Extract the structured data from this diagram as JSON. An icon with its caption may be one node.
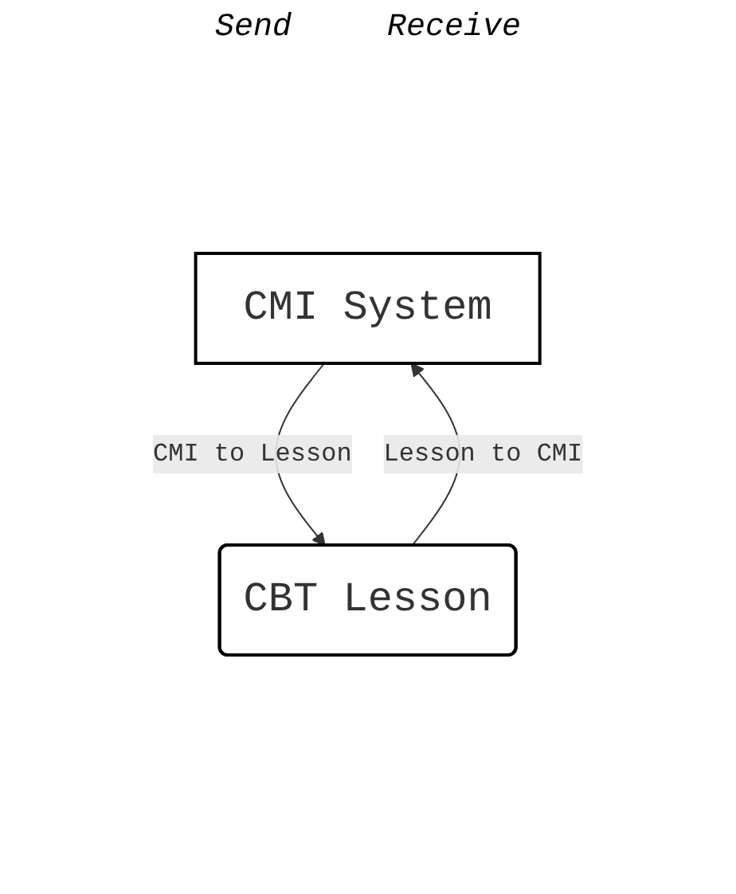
{
  "diagram": {
    "nodes": [
      {
        "text": [
          "CMI System"
        ]
      },
      {
        "text": [
          "CBT Lesson"
        ]
      }
    ],
    "edges": [
      {
        "from": 0,
        "to": 1,
        "arrow": "to",
        "label": "CMI to Lesson"
      },
      {
        "from": 1,
        "to": 0,
        "arrow": "to",
        "label": "Lesson to CMI"
      }
    ],
    "labels": [
      "Send",
      "Receive"
    ]
  }
}
